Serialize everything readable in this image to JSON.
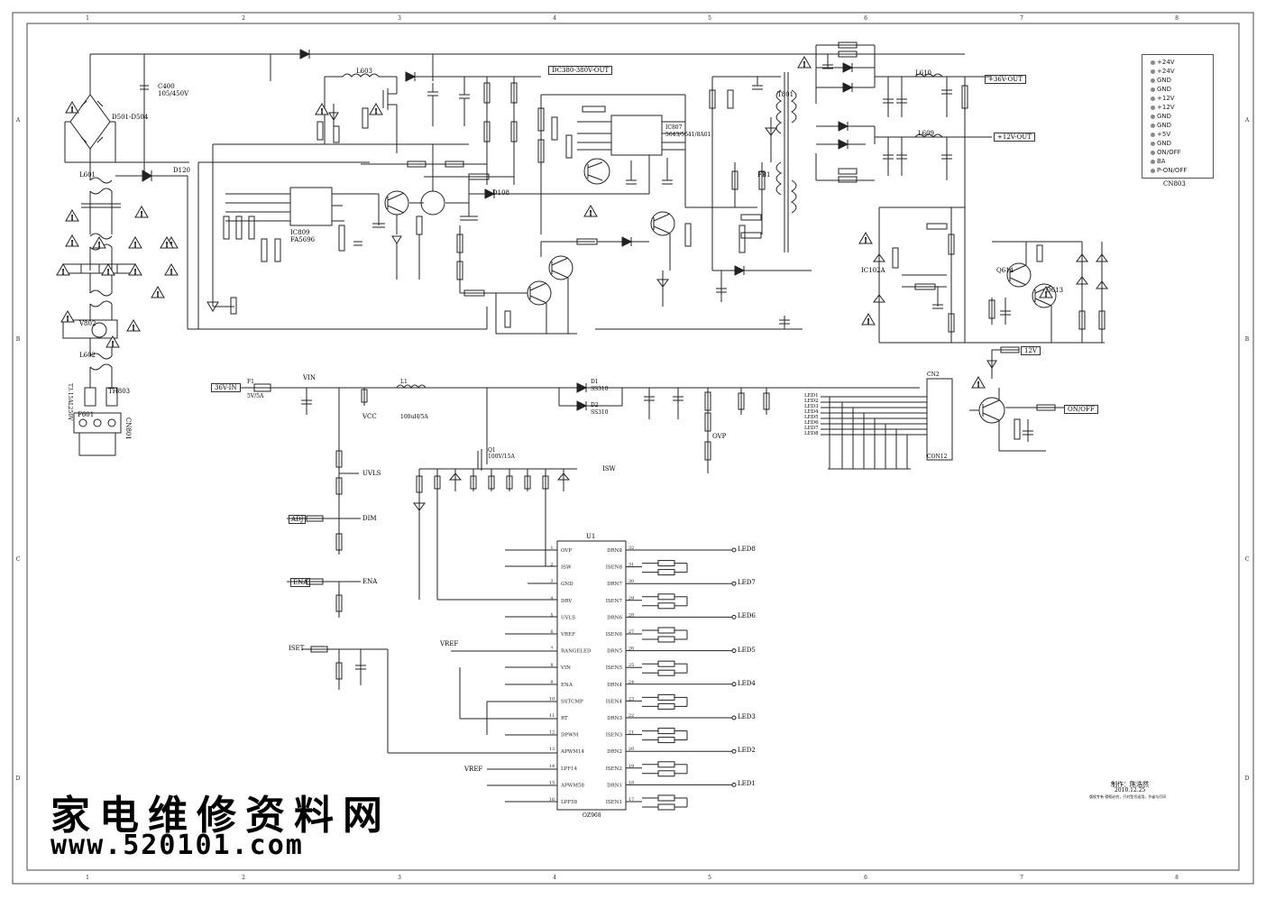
{
  "sheet": {
    "col_markers": [
      "1",
      "2",
      "3",
      "4",
      "5",
      "6",
      "7",
      "8"
    ],
    "row_markers": [
      "A",
      "B",
      "C",
      "D"
    ]
  },
  "watermark": {
    "chinese": "家电维修资料网",
    "url": "www.520101.com"
  },
  "connector": {
    "name": "CN803",
    "pins": [
      "+24V",
      "+24V",
      "GND",
      "GND",
      "+12V",
      "+12V",
      "GND",
      "GND",
      "+5V",
      "GND",
      "ON/OFF",
      "BA",
      "P-ON/OFF"
    ]
  },
  "rails": {
    "dc": "DC380-380V-OUT",
    "v36": "+36V-OUT",
    "v12": "+12V-OUT",
    "in36": "36V-IN",
    "p12": "12V",
    "onoff": "ON/OFF"
  },
  "ic": {
    "name": "U1",
    "part": "OZ968",
    "left_pins": [
      {
        "n": "1",
        "label": "OVP"
      },
      {
        "n": "2",
        "label": "ISW"
      },
      {
        "n": "3",
        "label": "GND"
      },
      {
        "n": "4",
        "label": "DRV"
      },
      {
        "n": "5",
        "label": "UVLS"
      },
      {
        "n": "6",
        "label": "VREF"
      },
      {
        "n": "7",
        "label": "RANGELED"
      },
      {
        "n": "8",
        "label": "VIN"
      },
      {
        "n": "9",
        "label": "ENA"
      },
      {
        "n": "10",
        "label": "SSTCMP"
      },
      {
        "n": "11",
        "label": "RT"
      },
      {
        "n": "12",
        "label": "DPWM"
      },
      {
        "n": "13",
        "label": "APWM14"
      },
      {
        "n": "14",
        "label": "LPF14"
      },
      {
        "n": "15",
        "label": "APWM58"
      },
      {
        "n": "16",
        "label": "LPF58"
      }
    ],
    "right_pins": [
      {
        "n": "32",
        "label": "DRN8"
      },
      {
        "n": "31",
        "label": "ISEN8"
      },
      {
        "n": "30",
        "label": "DRN7"
      },
      {
        "n": "29",
        "label": "ISEN7"
      },
      {
        "n": "28",
        "label": "DRN6"
      },
      {
        "n": "27",
        "label": "ISEN6"
      },
      {
        "n": "26",
        "label": "DRN5"
      },
      {
        "n": "25",
        "label": "ISEN5"
      },
      {
        "n": "24",
        "label": "DRN4"
      },
      {
        "n": "23",
        "label": "ISEN4"
      },
      {
        "n": "22",
        "label": "DRN3"
      },
      {
        "n": "21",
        "label": "ISEN3"
      },
      {
        "n": "20",
        "label": "DRN2"
      },
      {
        "n": "19",
        "label": "ISEN2"
      },
      {
        "n": "18",
        "label": "DRN1"
      },
      {
        "n": "17",
        "label": "ISEN1"
      }
    ]
  },
  "led_outputs": [
    "LED8",
    "LED7",
    "LED6",
    "LED5",
    "LED4",
    "LED3",
    "LED2",
    "LED1"
  ],
  "cn2": {
    "name": "CN2",
    "part": "CON12",
    "inputs": [
      "LED1",
      "LED2",
      "LED3",
      "LED4",
      "LED5",
      "LED6",
      "LED7",
      "LED8"
    ]
  },
  "labels": {
    "vin": "VIN",
    "vcc": "VCC",
    "uvls": "UVLS",
    "ovp": "OVP",
    "isw": "ISW",
    "dim": "DIM",
    "ena": "ENA",
    "iset": "ISET",
    "vref": "VREF",
    "adj": "ADJ",
    "fuse_f1": "F1",
    "fuse_f1_val": "5V/5A",
    "l1": "L1",
    "l1_val": "100uH/5A",
    "q1": "Q1",
    "q1_val": "100V/15A",
    "d1": "D1",
    "d1_val": "SS310",
    "d2": "D2",
    "d2_val": "SS310",
    "ic809": "IC809",
    "ic809_part": "FA5696",
    "ic807": "IC807",
    "ic807_part": "5643/5641/8A01",
    "t801": "T801",
    "cn801": "CN801",
    "v802": "V802",
    "l601": "L601",
    "l602": "L602",
    "l603": "L603",
    "l610": "L610",
    "l609": "L609",
    "fb1": "FB1",
    "q614": "Q614",
    "q613": "Q613",
    "ic102a": "IC102A",
    "d120": "D120",
    "d108": "D108",
    "cap_c400": "C400",
    "cap_c400_val": "105/450V",
    "d501": "D501-D504",
    "f601": "F601",
    "th803": "TH803",
    "fuse_rating": "T3.15AL250V",
    "author_label": "制作：陈浩然",
    "date_label": "2010.12.25",
    "note": "版权专有 侵权必究，只对型号适用，节省与打印"
  }
}
